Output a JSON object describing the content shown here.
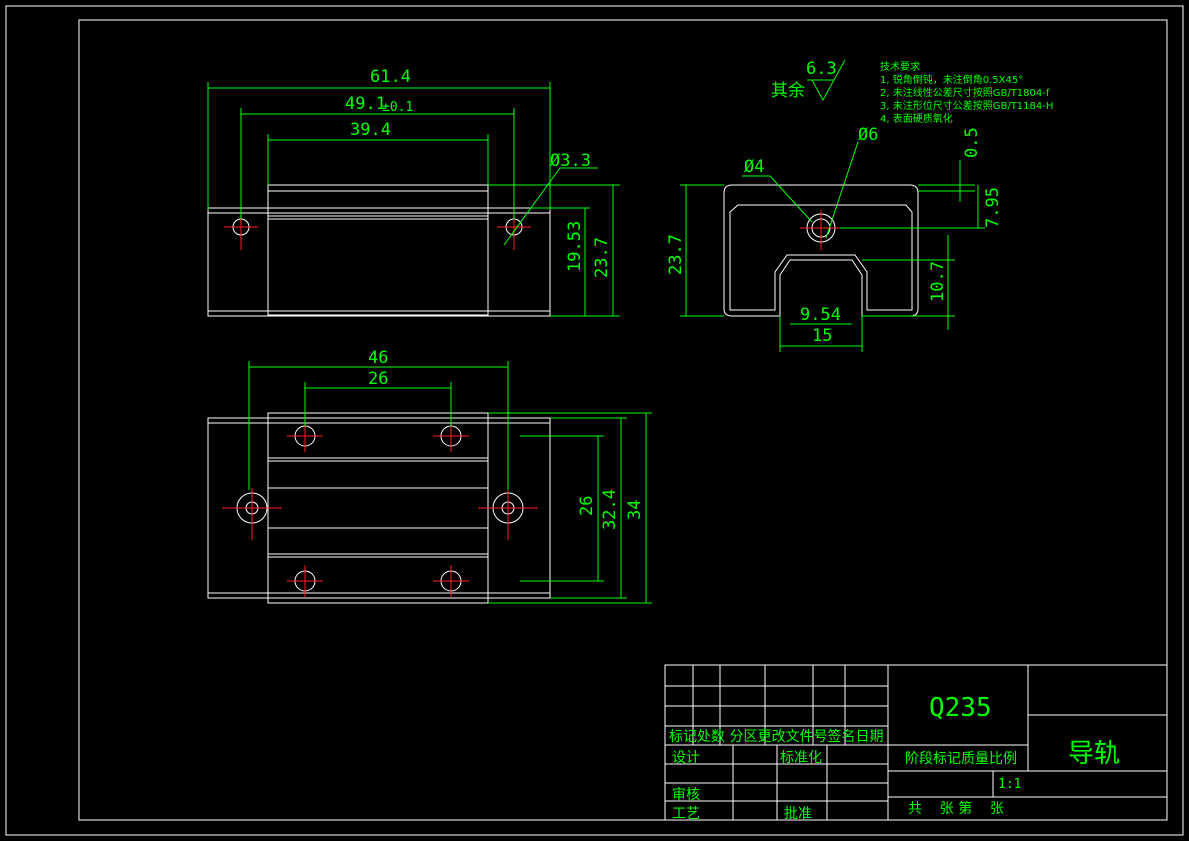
{
  "views": {
    "front": {
      "dim_overall_width": "61.4",
      "dim_hole_spacing": "49.1",
      "dim_hole_tolerance": "±0.1",
      "dim_body_width": "39.4",
      "dim_hole_dia": "Ø3.3",
      "dim_height_inner": "19.53",
      "dim_height_total": "23.7"
    },
    "side": {
      "dim_height": "23.7",
      "dim_bore_small": "Ø4",
      "dim_bore_large": "Ø6",
      "dim_top_offset": "0.5",
      "dim_hole_depth": "7.95",
      "dim_slot_height": "10.7",
      "dim_slot_inner": "9.54",
      "dim_slot_outer": "15"
    },
    "top": {
      "dim_hole_span": "46",
      "dim_hole_pitch": "26",
      "dim_inner": "26",
      "dim_mid": "32.4",
      "dim_total": "34"
    }
  },
  "surface_finish": {
    "label": "其余",
    "value": "6.3"
  },
  "technical_requirements": {
    "title": "技术要求",
    "items": [
      "1, 锐角倒钝，未注倒角0.5X45°",
      "2, 未注线性公差尺寸按照GB/T1804-f",
      "3, 未注形位尺寸公差按照GB/T1184-H",
      "4, 表面硬质氧化"
    ]
  },
  "title_block": {
    "material": "Q235",
    "part_name": "导轨",
    "revision_header": "标记处数 分区更改文件号签名日期",
    "design": "设计",
    "standardize": "标准化",
    "review": "审核",
    "process": "工艺",
    "approve": "批准",
    "stage_header": "阶段标记质量比例",
    "scale": "1:1",
    "sheets": "共    张 第    张"
  }
}
